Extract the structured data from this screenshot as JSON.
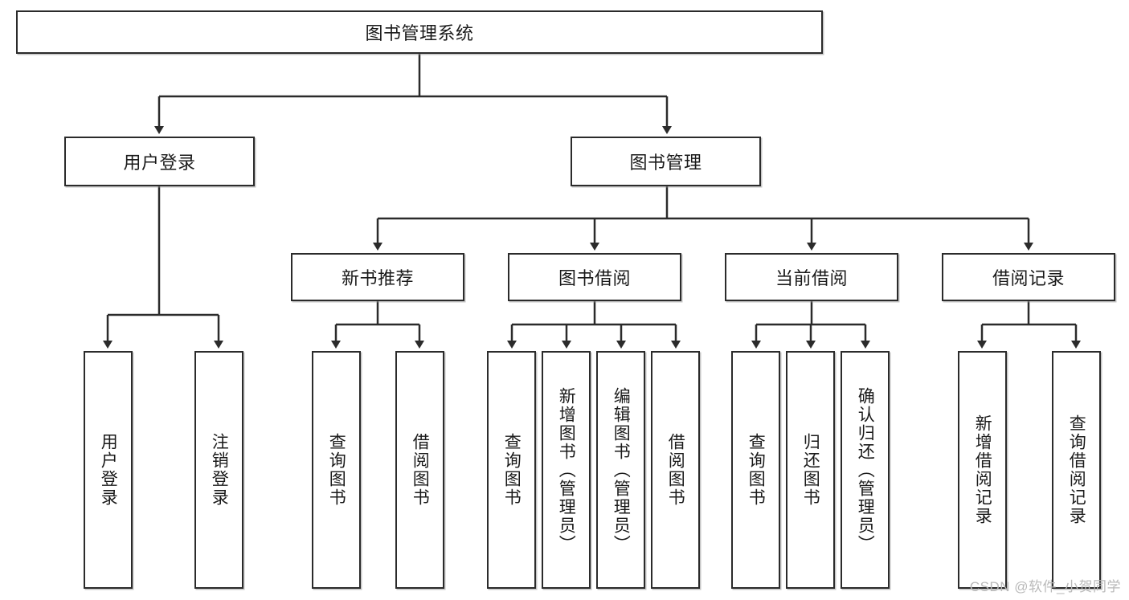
{
  "diagram": {
    "type": "tree",
    "title": "图书管理系统",
    "root": {
      "id": "root",
      "label": "图书管理系统",
      "orientation": "horizontal"
    },
    "level2": [
      {
        "id": "user-login",
        "label": "用户登录",
        "orientation": "horizontal"
      },
      {
        "id": "book-manage",
        "label": "图书管理",
        "orientation": "horizontal"
      }
    ],
    "level3": [
      {
        "id": "new-book-rec",
        "label": "新书推荐",
        "orientation": "horizontal",
        "parent": "book-manage"
      },
      {
        "id": "book-borrow",
        "label": "图书借阅",
        "orientation": "horizontal",
        "parent": "book-manage"
      },
      {
        "id": "current-borrow",
        "label": "当前借阅",
        "orientation": "horizontal",
        "parent": "book-manage"
      },
      {
        "id": "borrow-record",
        "label": "借阅记录",
        "orientation": "horizontal",
        "parent": "book-manage"
      }
    ],
    "leaves": [
      {
        "id": "leaf-user-login",
        "label": "用户登录",
        "parent": "user-login"
      },
      {
        "id": "leaf-logout-login",
        "label": "注销登录",
        "parent": "user-login"
      },
      {
        "id": "leaf-query-book-1",
        "label": "查询图书",
        "parent": "new-book-rec"
      },
      {
        "id": "leaf-borrow-book-1",
        "label": "借阅图书",
        "parent": "new-book-rec"
      },
      {
        "id": "leaf-query-book-2",
        "label": "查询图书",
        "parent": "book-borrow"
      },
      {
        "id": "leaf-add-book",
        "label": "新增图书（管理员）",
        "parent": "book-borrow"
      },
      {
        "id": "leaf-edit-book",
        "label": "编辑图书（管理员）",
        "parent": "book-borrow"
      },
      {
        "id": "leaf-borrow-book-2",
        "label": "借阅图书",
        "parent": "book-borrow"
      },
      {
        "id": "leaf-query-book-3",
        "label": "查询图书",
        "parent": "current-borrow"
      },
      {
        "id": "leaf-return-book",
        "label": "归还图书",
        "parent": "current-borrow"
      },
      {
        "id": "leaf-confirm-return",
        "label": "确认归还（管理员）",
        "parent": "current-borrow"
      },
      {
        "id": "leaf-add-record",
        "label": "新增借阅记录",
        "parent": "borrow-record"
      },
      {
        "id": "leaf-query-record",
        "label": "查询借阅记录",
        "parent": "borrow-record"
      }
    ],
    "colors": {
      "box_border": "#2b2b2b",
      "box_fill": "#ffffff",
      "connector": "#2b2b2b",
      "text": "#1a1a1a",
      "watermark": "#b9b9b9",
      "background": "#ffffff"
    }
  },
  "watermark": {
    "text": "CSDN @软件_小贺同学"
  }
}
